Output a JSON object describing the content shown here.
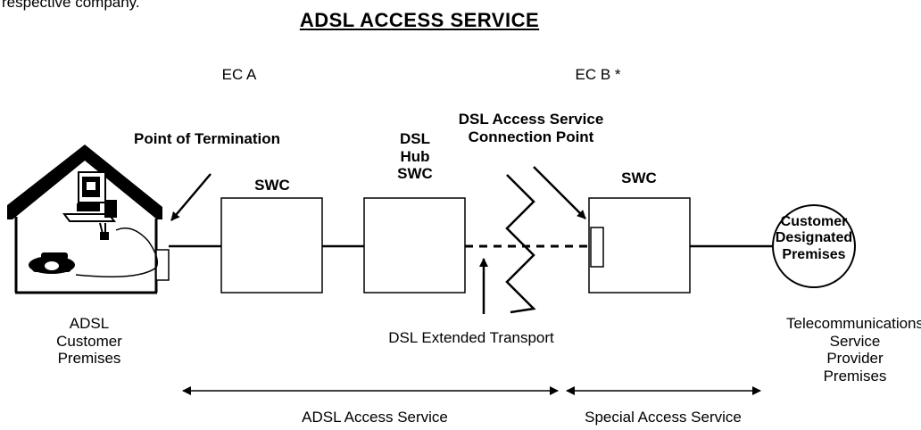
{
  "page_prefix": "respective company.",
  "title": "ADSL  ACCESS  SERVICE",
  "ec_a": "EC A",
  "ec_b": "EC B *",
  "point_of_termination": "Point of Termination",
  "connection_point": "DSL Access Service\nConnection Point",
  "swc_1": "SWC",
  "dsl_hub_swc": "DSL\nHub\nSWC",
  "swc_2": "SWC",
  "customer_designated_premises": "Customer\nDesignated\nPremises",
  "adsl_customer_premises": "ADSL\nCustomer\nPremises",
  "dsl_extended_transport": "DSL Extended Transport",
  "telecom_provider_premises": "Telecommunications\nService\nProvider\nPremises",
  "adsl_access_service": "ADSL Access Service",
  "special_access_service": "Special Access Service",
  "icons": [
    "house-icon",
    "computer-icon",
    "telephone-icon"
  ]
}
